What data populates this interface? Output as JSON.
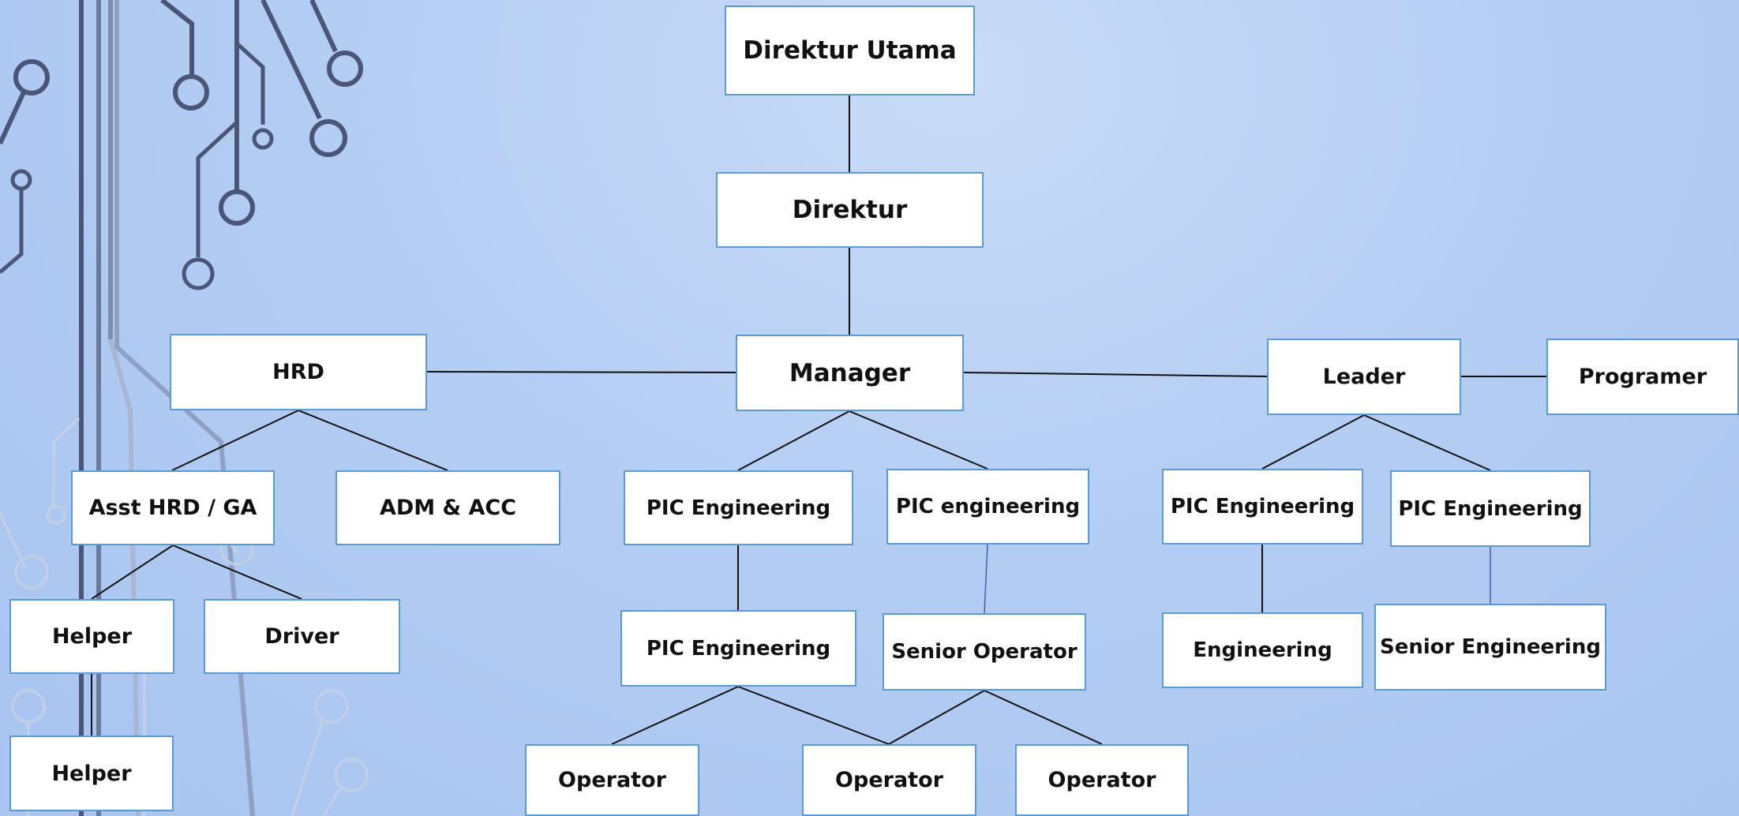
{
  "org_chart": {
    "nodes": {
      "direktur_utama": "Direktur Utama",
      "direktur": "Direktur",
      "manager": "Manager",
      "hrd": "HRD",
      "leader": "Leader",
      "programer": "Programer",
      "asst_hrd_ga": "Asst HRD / GA",
      "adm_acc": "ADM & ACC",
      "pic_eng_a": "PIC Engineering",
      "pic_eng_b": "PIC engineering",
      "pic_eng_c": "PIC Engineering",
      "pic_eng_d": "PIC Engineering",
      "helper_1": "Helper",
      "driver": "Driver",
      "helper_2": "Helper",
      "pic_eng_a_sub": "PIC Engineering",
      "senior_operator": "Senior Operator",
      "engineering": "Engineering",
      "senior_engineering": "Senior Engineering",
      "operator_1": "Operator",
      "operator_2": "Operator",
      "operator_3": "Operator"
    },
    "connections": [
      [
        "direktur_utama",
        "direktur"
      ],
      [
        "direktur",
        "manager"
      ],
      [
        "hrd",
        "manager"
      ],
      [
        "manager",
        "leader"
      ],
      [
        "leader",
        "programer"
      ],
      [
        "hrd",
        "asst_hrd_ga"
      ],
      [
        "hrd",
        "adm_acc"
      ],
      [
        "asst_hrd_ga",
        "helper_1"
      ],
      [
        "asst_hrd_ga",
        "driver"
      ],
      [
        "helper_1",
        "helper_2"
      ],
      [
        "manager",
        "pic_eng_a"
      ],
      [
        "manager",
        "pic_eng_b"
      ],
      [
        "pic_eng_a",
        "pic_eng_a_sub"
      ],
      [
        "pic_eng_b",
        "senior_operator"
      ],
      [
        "pic_eng_a_sub",
        "operator_1"
      ],
      [
        "pic_eng_a_sub",
        "operator_2"
      ],
      [
        "senior_operator",
        "operator_2"
      ],
      [
        "senior_operator",
        "operator_3"
      ],
      [
        "leader",
        "pic_eng_c"
      ],
      [
        "leader",
        "pic_eng_d"
      ],
      [
        "pic_eng_c",
        "engineering"
      ],
      [
        "pic_eng_d",
        "senior_engineering"
      ]
    ]
  }
}
